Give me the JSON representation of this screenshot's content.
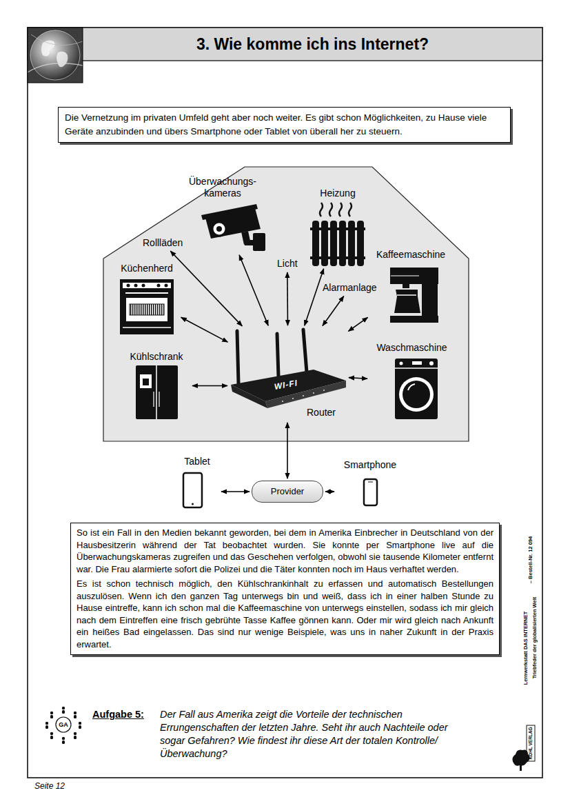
{
  "diagram": {
    "title": "3. Wie komme ich ins Internet?",
    "nodes": [
      {
        "text": [
          "Die Vernetzung im privaten Umfeld geht aber noch weiter. Es gibt schon Möglichkeiten, zu Hause viele Geräte anzubinden und übers Smartphone oder Tablet von überall her zu steuern."
        ]
      },
      {
        "text": [
          "Überwachungs- kameras"
        ]
      },
      {
        "text": [
          "Heizung"
        ]
      },
      {
        "text": [
          "Rollläden"
        ]
      },
      {
        "text": [
          "Licht"
        ]
      },
      {
        "text": [
          "Küchenherd"
        ]
      },
      {
        "text": [
          "Kaffeemaschine"
        ]
      },
      {
        "text": [
          "Alarmanlage"
        ]
      },
      {
        "text": [
          "Waschmaschine"
        ]
      },
      {
        "text": [
          "Kühlschrank"
        ]
      },
      {
        "text": [
          "WI-FI",
          "Router"
        ]
      },
      {
        "text": [
          "Tablet"
        ]
      },
      {
        "text": [
          "Provider"
        ]
      },
      {
        "text": [
          "Smartphone"
        ]
      },
      {
        "text": [
          "So ist ein Fall in den Medien bekannt geworden, bei dem in Amerika Einbrecher in Deutschland von der Hausbesitzerin während der Tat beobachtet wurden. Sie konnte per Smartphone live auf die Überwachungskameras zugreifen und das Geschehen verfolgen, obwohl sie tausende Kilometer entfernt war. Die Frau alarmierte sofort die Polizei und die Täter konnten noch im Haus verhaftet werden.",
          "Es ist schon technisch möglich, den Kühlschrankinhalt zu erfassen und automatisch Bestellungen auszulösen. Wenn ich den ganzen Tag unterwegs bin und weiß, dass ich in einer halben Stunde zu Hause eintreffe, kann ich schon mal die Kaffeemaschine von unterwegs einstellen, sodass ich mir gleich nach dem Eintreffen eine frisch gebrühte Tasse Kaffee gönnen kann. Oder mir wird gleich nach Ankunft ein heißes Bad eingelassen. Das sind nur wenige Beispiele, was uns in naher Zukunft in der Praxis erwartet."
        ]
      }
    ],
    "edges": [
      {
        "from": 10,
        "to": 9,
        "arrow": "both"
      },
      {
        "from": 10,
        "to": 5,
        "arrow": "both"
      },
      {
        "from": 10,
        "to": 3,
        "arrow": "both"
      },
      {
        "from": 10,
        "to": 1,
        "arrow": "both"
      },
      {
        "from": 10,
        "to": 4,
        "arrow": "both"
      },
      {
        "from": 10,
        "to": 2,
        "arrow": "both"
      },
      {
        "from": 10,
        "to": 7,
        "arrow": "both"
      },
      {
        "from": 10,
        "to": 6,
        "arrow": "both"
      },
      {
        "from": 10,
        "to": 8,
        "arrow": "both"
      },
      {
        "from": 10,
        "to": 12,
        "arrow": "both"
      },
      {
        "from": 11,
        "to": 12,
        "arrow": "both"
      },
      {
        "from": 12,
        "to": 13,
        "arrow": "both"
      }
    ],
    "labels": [
      "Aufgabe 5:",
      "Der Fall aus Amerika zeigt die Vorteile der technischen Errungenschaften der letzten Jahre. Seht ihr auch Nachteile oder sogar Gefahren? Wie findest ihr diese Art der totalen Kontrolle/Überwachung?",
      "GA",
      "Lernwerkstatt DAS INTERNET",
      "Triebfeder der globalisierten Welt",
      "– Bestell-Nr. 12 094",
      "KOHL VERLAG",
      "Seite 12"
    ]
  }
}
